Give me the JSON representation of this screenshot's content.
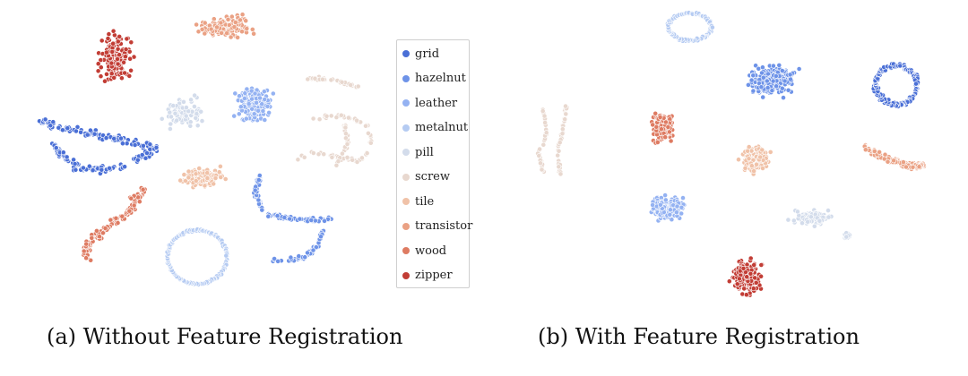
{
  "classes": [
    {
      "name": "grid",
      "color": "#4a6fd6"
    },
    {
      "name": "hazelnut",
      "color": "#6e93e8"
    },
    {
      "name": "leather",
      "color": "#94b2f2"
    },
    {
      "name": "metalnut",
      "color": "#b5cbf2"
    },
    {
      "name": "pill",
      "color": "#d3dceb"
    },
    {
      "name": "screw",
      "color": "#e8d8cf"
    },
    {
      "name": "tile",
      "color": "#f0c2a8"
    },
    {
      "name": "transistor",
      "color": "#eaa184"
    },
    {
      "name": "wood",
      "color": "#de7b62"
    },
    {
      "name": "zipper",
      "color": "#c23d35"
    }
  ],
  "chart_data": [
    {
      "type": "scatter",
      "caption": "(a) Without Feature Registration",
      "legend_position": "right",
      "series": [
        {
          "name": "zipper"
        },
        {
          "name": "wood"
        },
        {
          "name": "transistor"
        },
        {
          "name": "tile"
        },
        {
          "name": "screw"
        },
        {
          "name": "pill"
        },
        {
          "name": "metalnut"
        },
        {
          "name": "leather"
        },
        {
          "name": "hazelnut"
        },
        {
          "name": "grid"
        }
      ]
    },
    {
      "type": "scatter",
      "caption": "(b) With Feature Registration",
      "series": [
        {
          "name": "metalnut"
        },
        {
          "name": "hazelnut"
        },
        {
          "name": "grid"
        },
        {
          "name": "screw"
        },
        {
          "name": "wood"
        },
        {
          "name": "tile"
        },
        {
          "name": "transistor"
        },
        {
          "name": "leather"
        },
        {
          "name": "pill"
        },
        {
          "name": "zipper"
        }
      ]
    }
  ]
}
